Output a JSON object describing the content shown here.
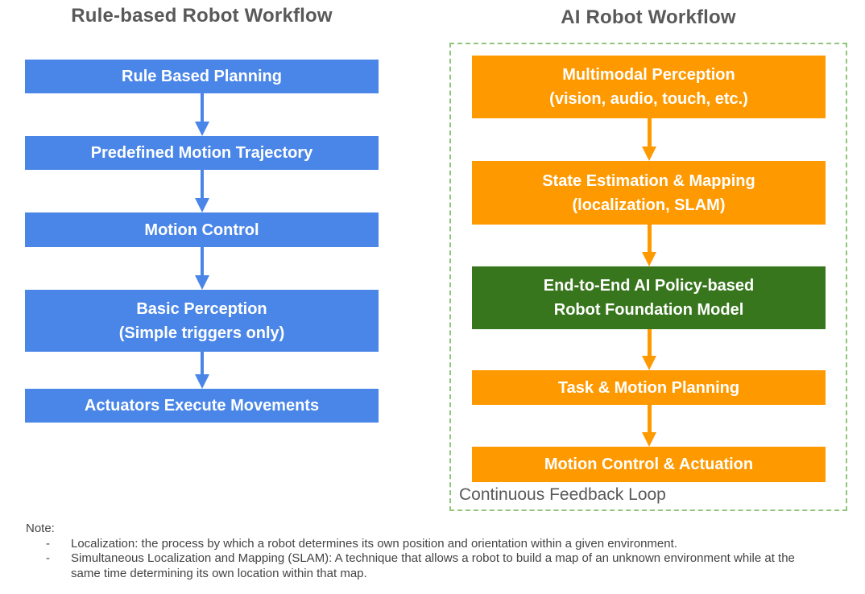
{
  "left_workflow": {
    "title": "Rule-based Robot Workflow",
    "boxes": [
      {
        "lines": [
          "Rule Based Planning"
        ]
      },
      {
        "lines": [
          "Predefined Motion Trajectory"
        ]
      },
      {
        "lines": [
          "Motion Control"
        ]
      },
      {
        "lines": [
          "Basic Perception",
          "(Simple triggers only)"
        ]
      },
      {
        "lines": [
          "Actuators Execute Movements"
        ]
      }
    ]
  },
  "right_workflow": {
    "title": "AI Robot Workflow",
    "boxes": [
      {
        "lines": [
          "Multimodal Perception",
          "(vision, audio, touch, etc.)"
        ],
        "style": "orange"
      },
      {
        "lines": [
          "State Estimation & Mapping",
          "(localization, SLAM)"
        ],
        "style": "orange"
      },
      {
        "lines": [
          "End-to-End AI Policy-based",
          "Robot Foundation Model"
        ],
        "style": "green"
      },
      {
        "lines": [
          "Task & Motion Planning"
        ],
        "style": "orange"
      },
      {
        "lines": [
          "Motion Control & Actuation"
        ],
        "style": "orange"
      }
    ],
    "feedback_label": "Continuous Feedback Loop"
  },
  "note": {
    "label": "Note:",
    "bullet_marker": "-",
    "bullets": [
      "Localization: the process by which a robot determines its own position and orientation within a given environment.",
      "Simultaneous Localization and Mapping (SLAM): A technique that allows a robot to build a map of an unknown environment while at the same time determining its own location within that map."
    ]
  },
  "colors": {
    "blue": "#4a86e8",
    "orange": "#ff9900",
    "green": "#38761d",
    "dash_green": "#93c47d",
    "title_gray": "#595959",
    "note_gray": "#434343"
  }
}
